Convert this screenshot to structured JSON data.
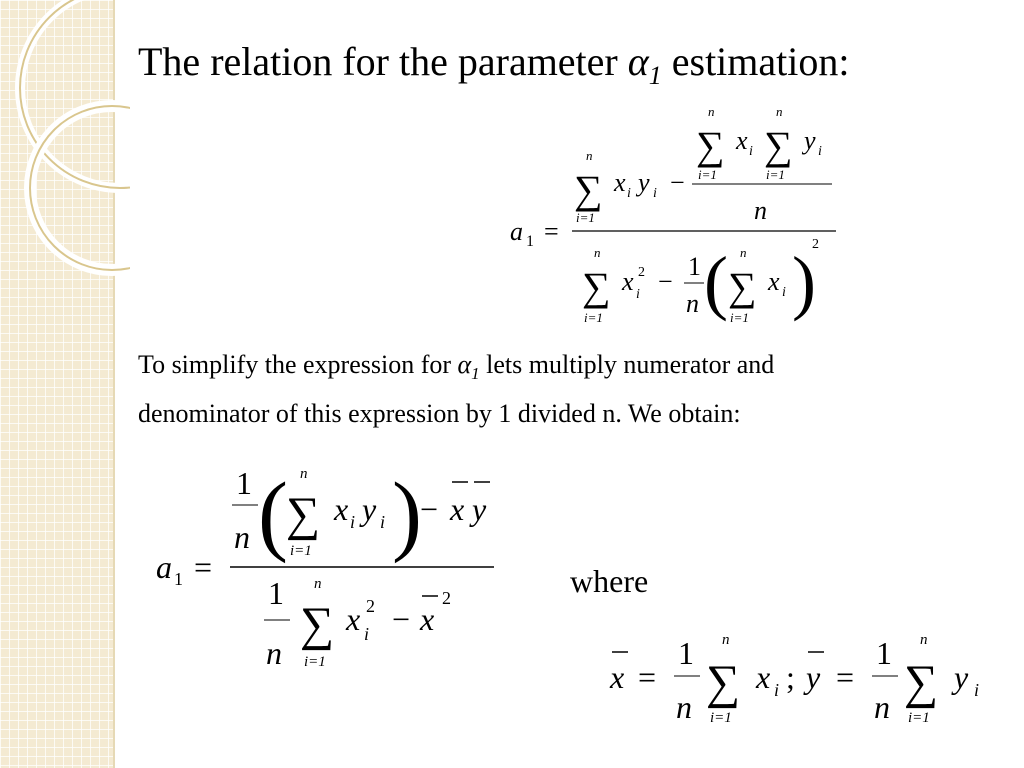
{
  "slide": {
    "title_before": "The relation for the parameter ",
    "title_symbol": "α",
    "title_subscript": "1",
    "title_after": " estimation:",
    "para_line1_before": "To simplify the expression for ",
    "para_symbol": "α",
    "para_subscript": "1",
    "para_line1_after": " lets multiply numerator and",
    "para_line2": "denominator of this expression by 1 divided n. We obtain:",
    "where_label": "where"
  },
  "math": {
    "a": "a",
    "one": "1",
    "two": "2",
    "x": "x",
    "y": "y",
    "i": "i",
    "n": "n",
    "i_eq_1": "i=1",
    "equals": "=",
    "minus": "−",
    "semicolon": ";",
    "sum": "∑",
    "lparen": "(",
    "rparen": ")",
    "bar": "−"
  },
  "colors": {
    "sidebar": "#f4ead2",
    "rings": "#d9c68e"
  }
}
